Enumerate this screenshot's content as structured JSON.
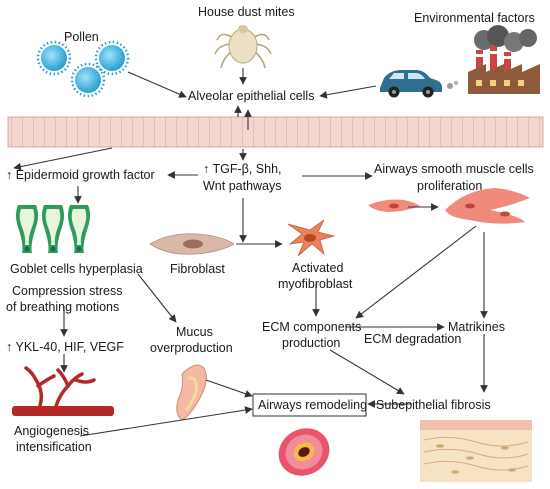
{
  "labels": {
    "house_dust_mites": "House dust mites",
    "pollen": "Pollen",
    "environmental_factors": "Environmental factors",
    "alveolar_epithelial_cells": "Alveolar epithelial cells",
    "epidermoid_growth_factor": "↑ Epidermoid growth factor",
    "tgf_line1": "↑ TGF-β, Shh,",
    "tgf_line2": "Wnt pathways",
    "asm_line1": "Airways smooth muscle cells",
    "asm_line2": "proliferation",
    "goblet": "Goblet cells hyperplasia",
    "fibroblast": "Fibroblast",
    "myo_line1": "Activated",
    "myo_line2": "myofibroblast",
    "comp_line1": "Compression stress",
    "comp_line2": "of breathing motions",
    "ykl": "↑ YKL-40, HIF, VEGF",
    "mucus_line1": "Mucus",
    "mucus_line2": "overproduction",
    "ecm_line1": "ECM components",
    "ecm_line2": "production",
    "ecm_degradation": "ECM degradation",
    "matrikines": "Matrikines",
    "angio_line1": "Angiogenesis",
    "angio_line2": "intensification",
    "airways_remodeling": "Airways remodeling",
    "subepithelial_fibrosis": "Subepithelial fibrosis"
  },
  "colors": {
    "epithelium_fill": "#f3d6d0",
    "epithelium_line": "#c79b93",
    "pollen": "#3fb6e0",
    "mite": "#e8dcc0",
    "car": "#2f6f8f",
    "smoke": "#6b6b6b",
    "goblet_green": "#2e9b5f",
    "fibroblast": "#d9b8a8",
    "myofibroblast": "#e9825a",
    "smooth_muscle": "#ef8a7c",
    "vessel": "#b52828",
    "airway_outer": "#e8556b",
    "fibrosis_tissue": "#f6e3c4"
  }
}
